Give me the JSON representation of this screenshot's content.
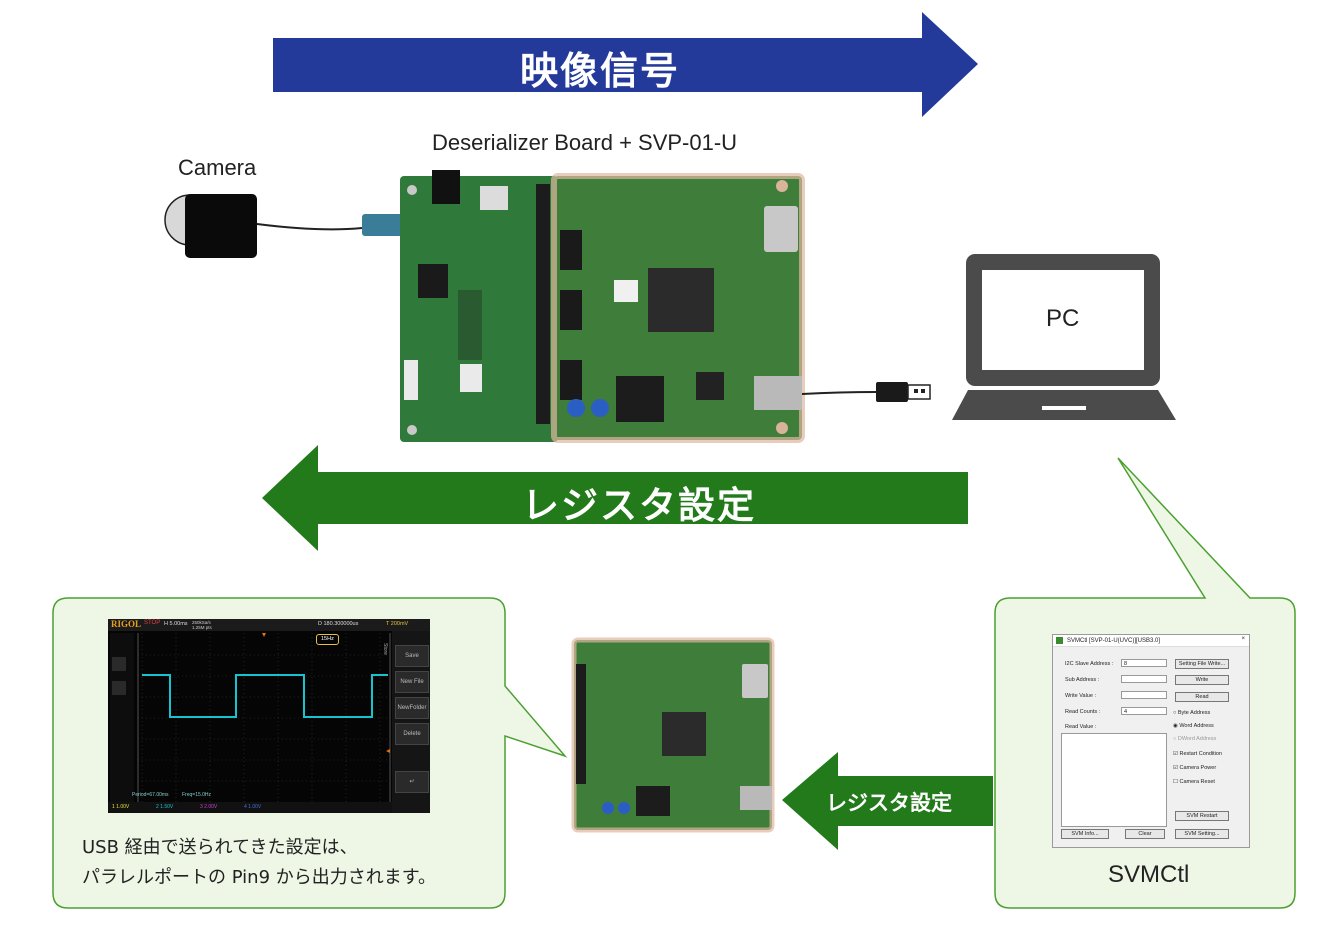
{
  "top_arrow": {
    "label": "映像信号",
    "color": "#233a9a"
  },
  "mid_arrow": {
    "label": "レジスタ設定",
    "color": "#227a1a"
  },
  "small_arrow": {
    "label": "レジスタ設定",
    "color": "#227a1a"
  },
  "camera": {
    "label": "Camera"
  },
  "board": {
    "label": "Deserializer Board + SVP-01-U"
  },
  "pc": {
    "label": "PC"
  },
  "svmctl": {
    "label": "SVMCtl",
    "window_title": "SVMCtl [SVP-01-U(UVC)][USB3.0]",
    "close_glyph": "×",
    "fields": [
      {
        "label": "I2C Slave Address :",
        "value": "8"
      },
      {
        "label": "Sub Address :",
        "value": ""
      },
      {
        "label": "Write Value :",
        "value": ""
      },
      {
        "label": "Read Counts :",
        "value": "4"
      }
    ],
    "read_value_label": "Read Value :",
    "buttons": {
      "setting_file_write": "Setting File Write...",
      "write": "Write",
      "read": "Read",
      "svm_restart": "SVM Restart",
      "svm_info": "SVM Info...",
      "clear": "Clear",
      "svm_setting": "SVM Setting..."
    },
    "options": [
      {
        "label": "Byte Address",
        "kind": "radio",
        "checked": false
      },
      {
        "label": "Word Address",
        "kind": "radio",
        "checked": true
      },
      {
        "label": "DWord Address",
        "kind": "radio",
        "checked": false
      },
      {
        "label": "Restart Condition",
        "kind": "check",
        "checked": true
      },
      {
        "label": "Camera Power",
        "kind": "check",
        "checked": true
      },
      {
        "label": "Camera Reset",
        "kind": "check",
        "checked": false
      }
    ]
  },
  "scope": {
    "brand": "RIGOL",
    "status": "STOP",
    "timebase": "H 5.00ms",
    "sample": "250kSa/s 1.25M pts",
    "delay": "D 180.300000us",
    "trigger": "T 200mV",
    "freq": "15Hz",
    "menu": [
      "Save",
      "New File",
      "NewFolder",
      "Delete"
    ],
    "side_label": "Store",
    "period": "Period=67.00ms",
    "freq_readout": "Freq=15.0Hz",
    "channels": [
      "1 1.00V",
      "2 1.50V",
      "3 2.00V",
      "4 1.00V"
    ]
  },
  "callout_text": {
    "line1": "USB 経由で送られてきた設定は、",
    "line2": "パラレルポートの Pin9 から出力されます。"
  },
  "colors": {
    "callout_border": "#4aa030",
    "callout_fill": "#eef6e6",
    "pcb_green": "#2f7a3a",
    "waveform": "#19c2cf"
  }
}
